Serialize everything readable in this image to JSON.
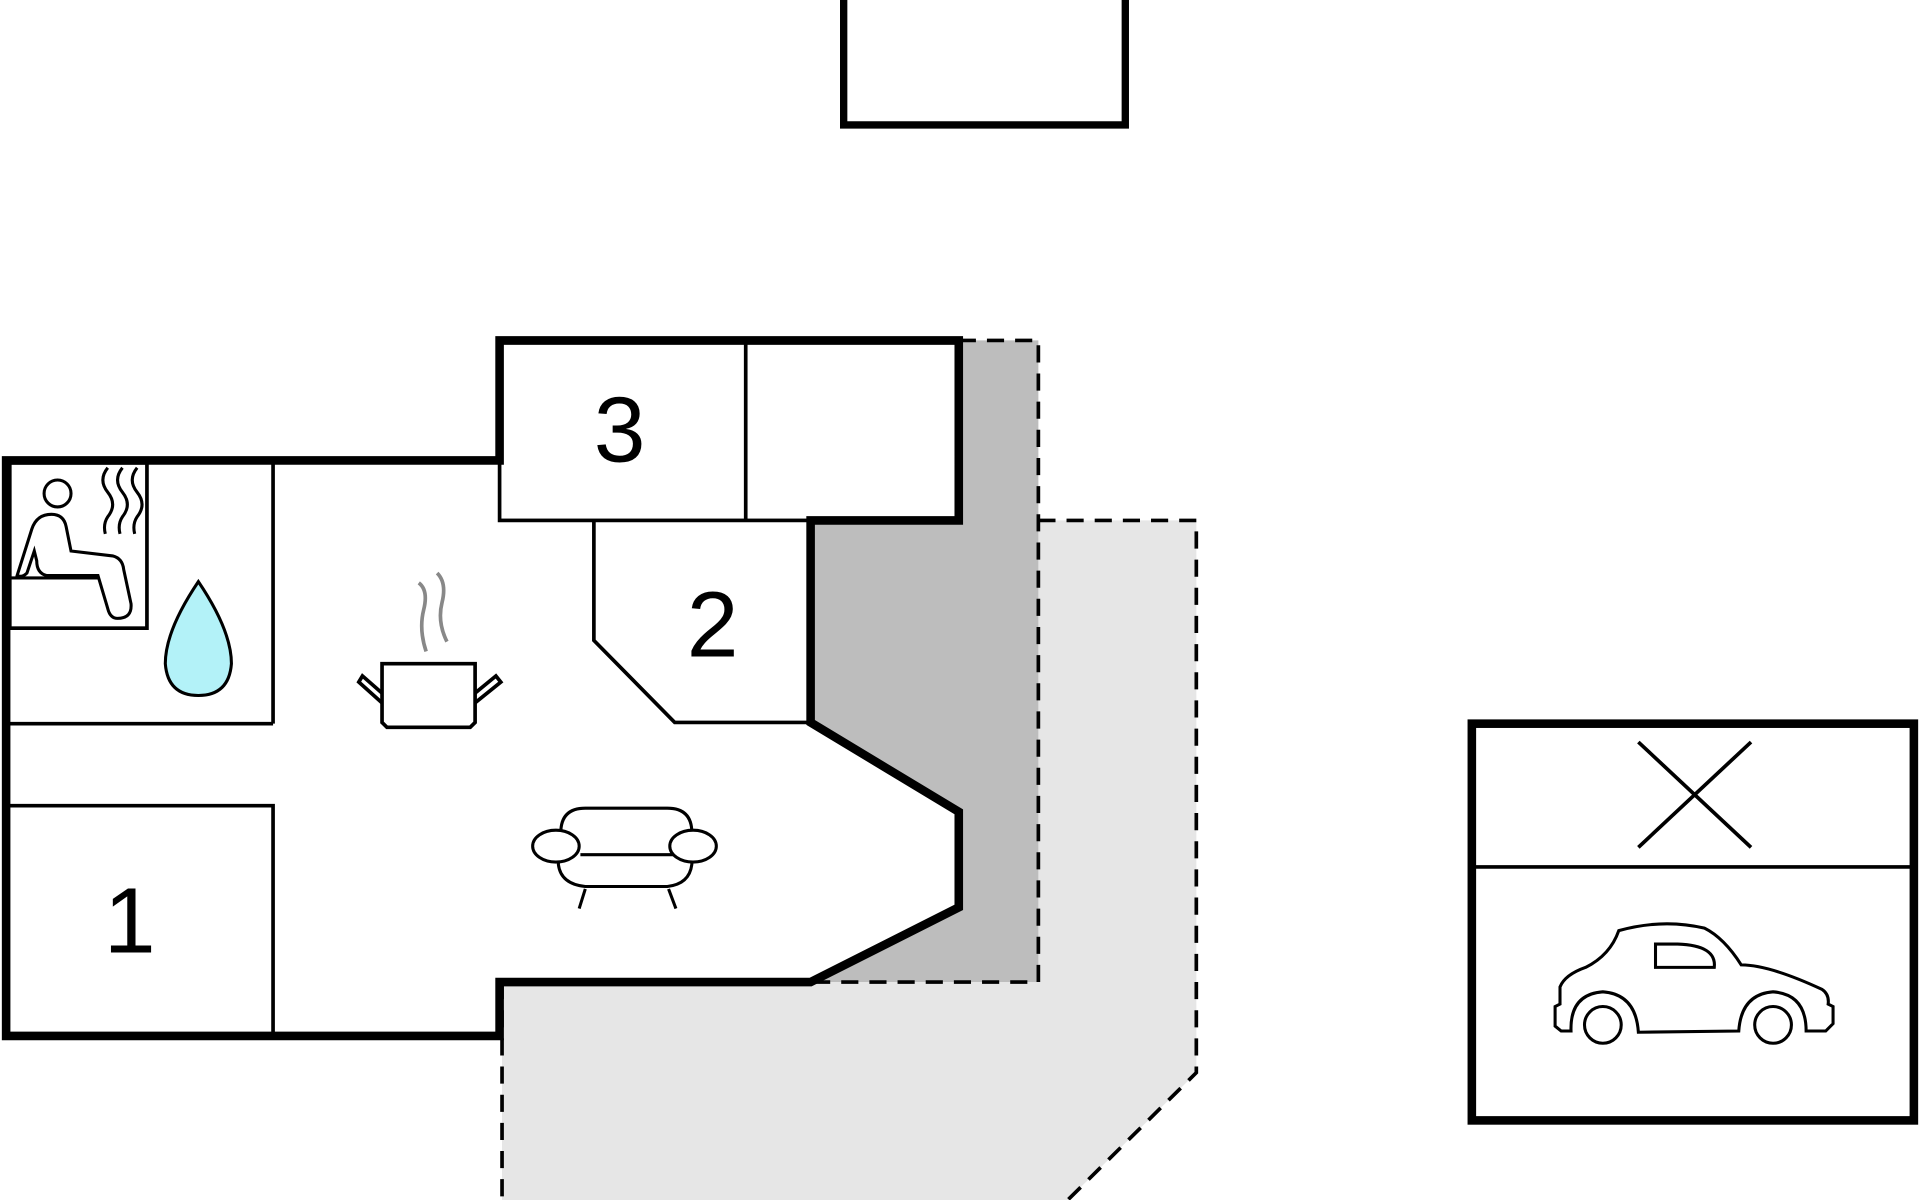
{
  "plan": {
    "room_labels": {
      "room1": "1",
      "room2": "2",
      "room3": "3"
    },
    "icons": [
      "sauna-icon",
      "water-drop-icon",
      "kitchen-pot-icon",
      "sofa-icon",
      "car-icon",
      "cross-icon"
    ],
    "colors": {
      "wall": "#000000",
      "terrace_dark": "#bdbdbd",
      "terrace_light": "#e6e6e6",
      "water": "#b3f2f8"
    }
  }
}
